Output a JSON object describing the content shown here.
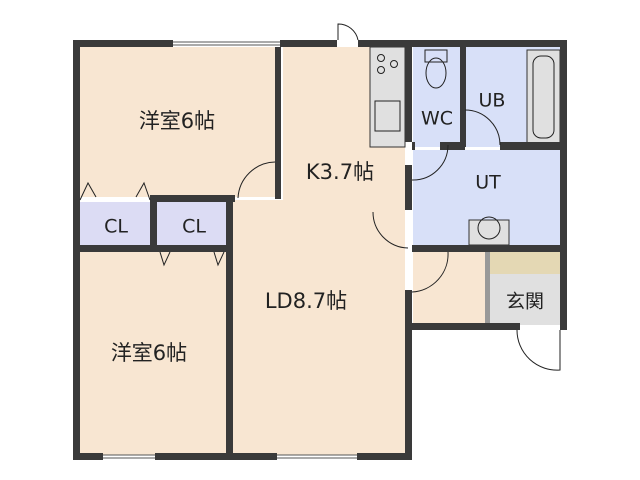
{
  "rooms": {
    "western_room_1": "洋室6帖",
    "western_room_2": "洋室6帖",
    "kitchen": "K3.7帖",
    "living_dining": "LD8.7帖",
    "closet_1": "CL",
    "closet_2": "CL",
    "toilet": "WC",
    "bath": "UB",
    "utility": "UT",
    "entrance": "玄関"
  },
  "colors": {
    "wall": "#3a3a3a",
    "living_floor": "#f8e6d2",
    "wet_area": "#d8e0f8",
    "closet": "#dcdcf4",
    "kitchen_counter": "#e0e0e0",
    "entrance_shelf": "#e4d8b4"
  }
}
